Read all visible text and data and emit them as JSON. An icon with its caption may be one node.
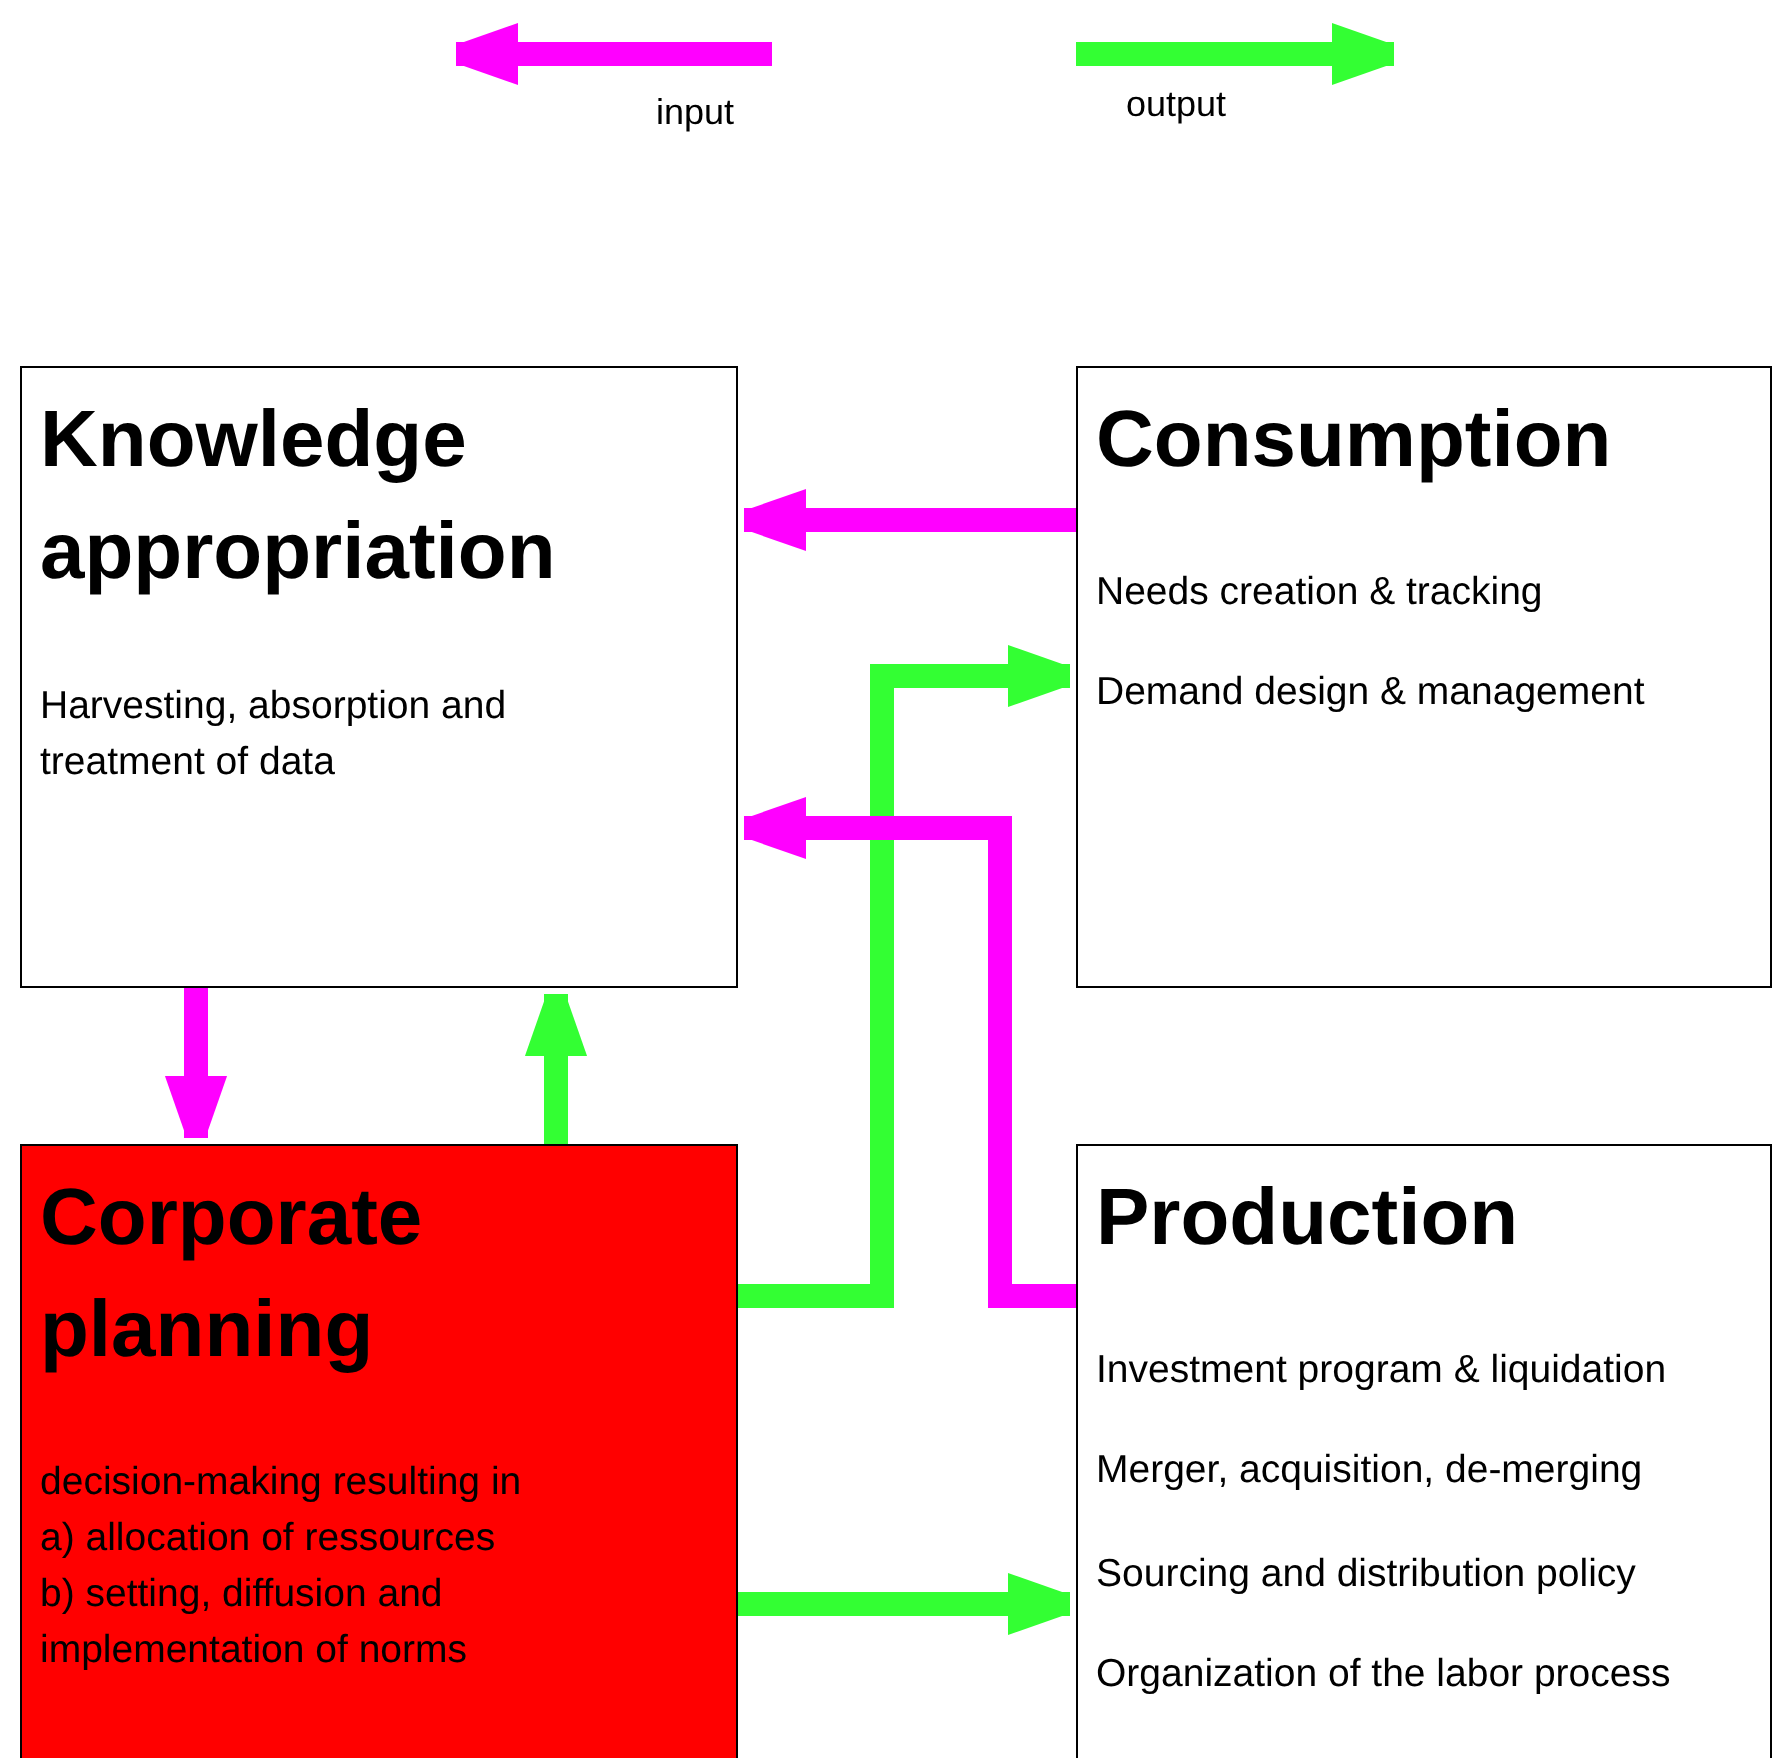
{
  "diagram": {
    "nodes": [
      {
        "text": [
          "Knowledge appropriation",
          "Harvesting, absorption and treatment of data"
        ]
      },
      {
        "text": [
          "Consumption",
          "Needs creation & tracking",
          "Demand design & management"
        ]
      },
      {
        "text": [
          "Corporate planning",
          "decision-making resulting in",
          "a) allocation of ressources",
          "b) setting, diffusion and implementation of norms"
        ]
      },
      {
        "text": [
          "Production",
          "Investment program & liquidation",
          "Merger, acquisition, de-merging",
          "Sourcing and distribution policy",
          "Organization of the labor process"
        ]
      }
    ],
    "edges": [
      {
        "from": 1,
        "to": 0,
        "arrow": "to",
        "color": "#ff00ff"
      },
      {
        "from": 2,
        "to": 1,
        "arrow": "to",
        "color": "#33ff33"
      },
      {
        "from": 3,
        "to": 0,
        "arrow": "to",
        "color": "#ff00ff"
      },
      {
        "from": 0,
        "to": 2,
        "arrow": "to",
        "color": "#ff00ff"
      },
      {
        "from": 2,
        "to": 0,
        "arrow": "to",
        "color": "#33ff33"
      },
      {
        "from": 2,
        "to": 3,
        "arrow": "to",
        "color": "#33ff33"
      }
    ],
    "legend": [
      {
        "text": "input"
      },
      {
        "text": "output"
      }
    ]
  }
}
